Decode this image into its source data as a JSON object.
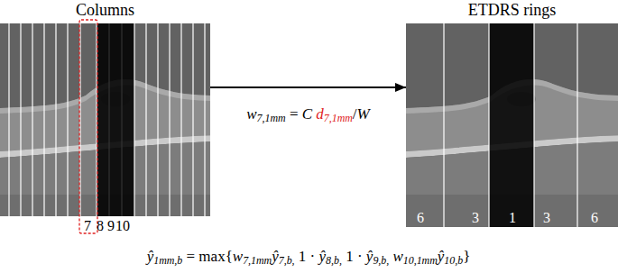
{
  "diagram": {
    "nodes": [
      {
        "text": [
          "Columns"
        ]
      },
      {
        "text": [
          "ETDRS rings"
        ]
      }
    ],
    "edges": [
      {
        "from": 0,
        "to": 1,
        "arrow": "to",
        "label": "w7,1mm = C d7,1mm/W"
      }
    ],
    "labels": [
      "7",
      "8",
      "9",
      "10",
      "6",
      "3",
      "1",
      "3",
      "6",
      "ŷ1mm,b = max{w7,1mmŷ7,b, 1 · ŷ8,b, 1 · ŷ9,b, w10,1mmŷ10,b}"
    ]
  }
}
